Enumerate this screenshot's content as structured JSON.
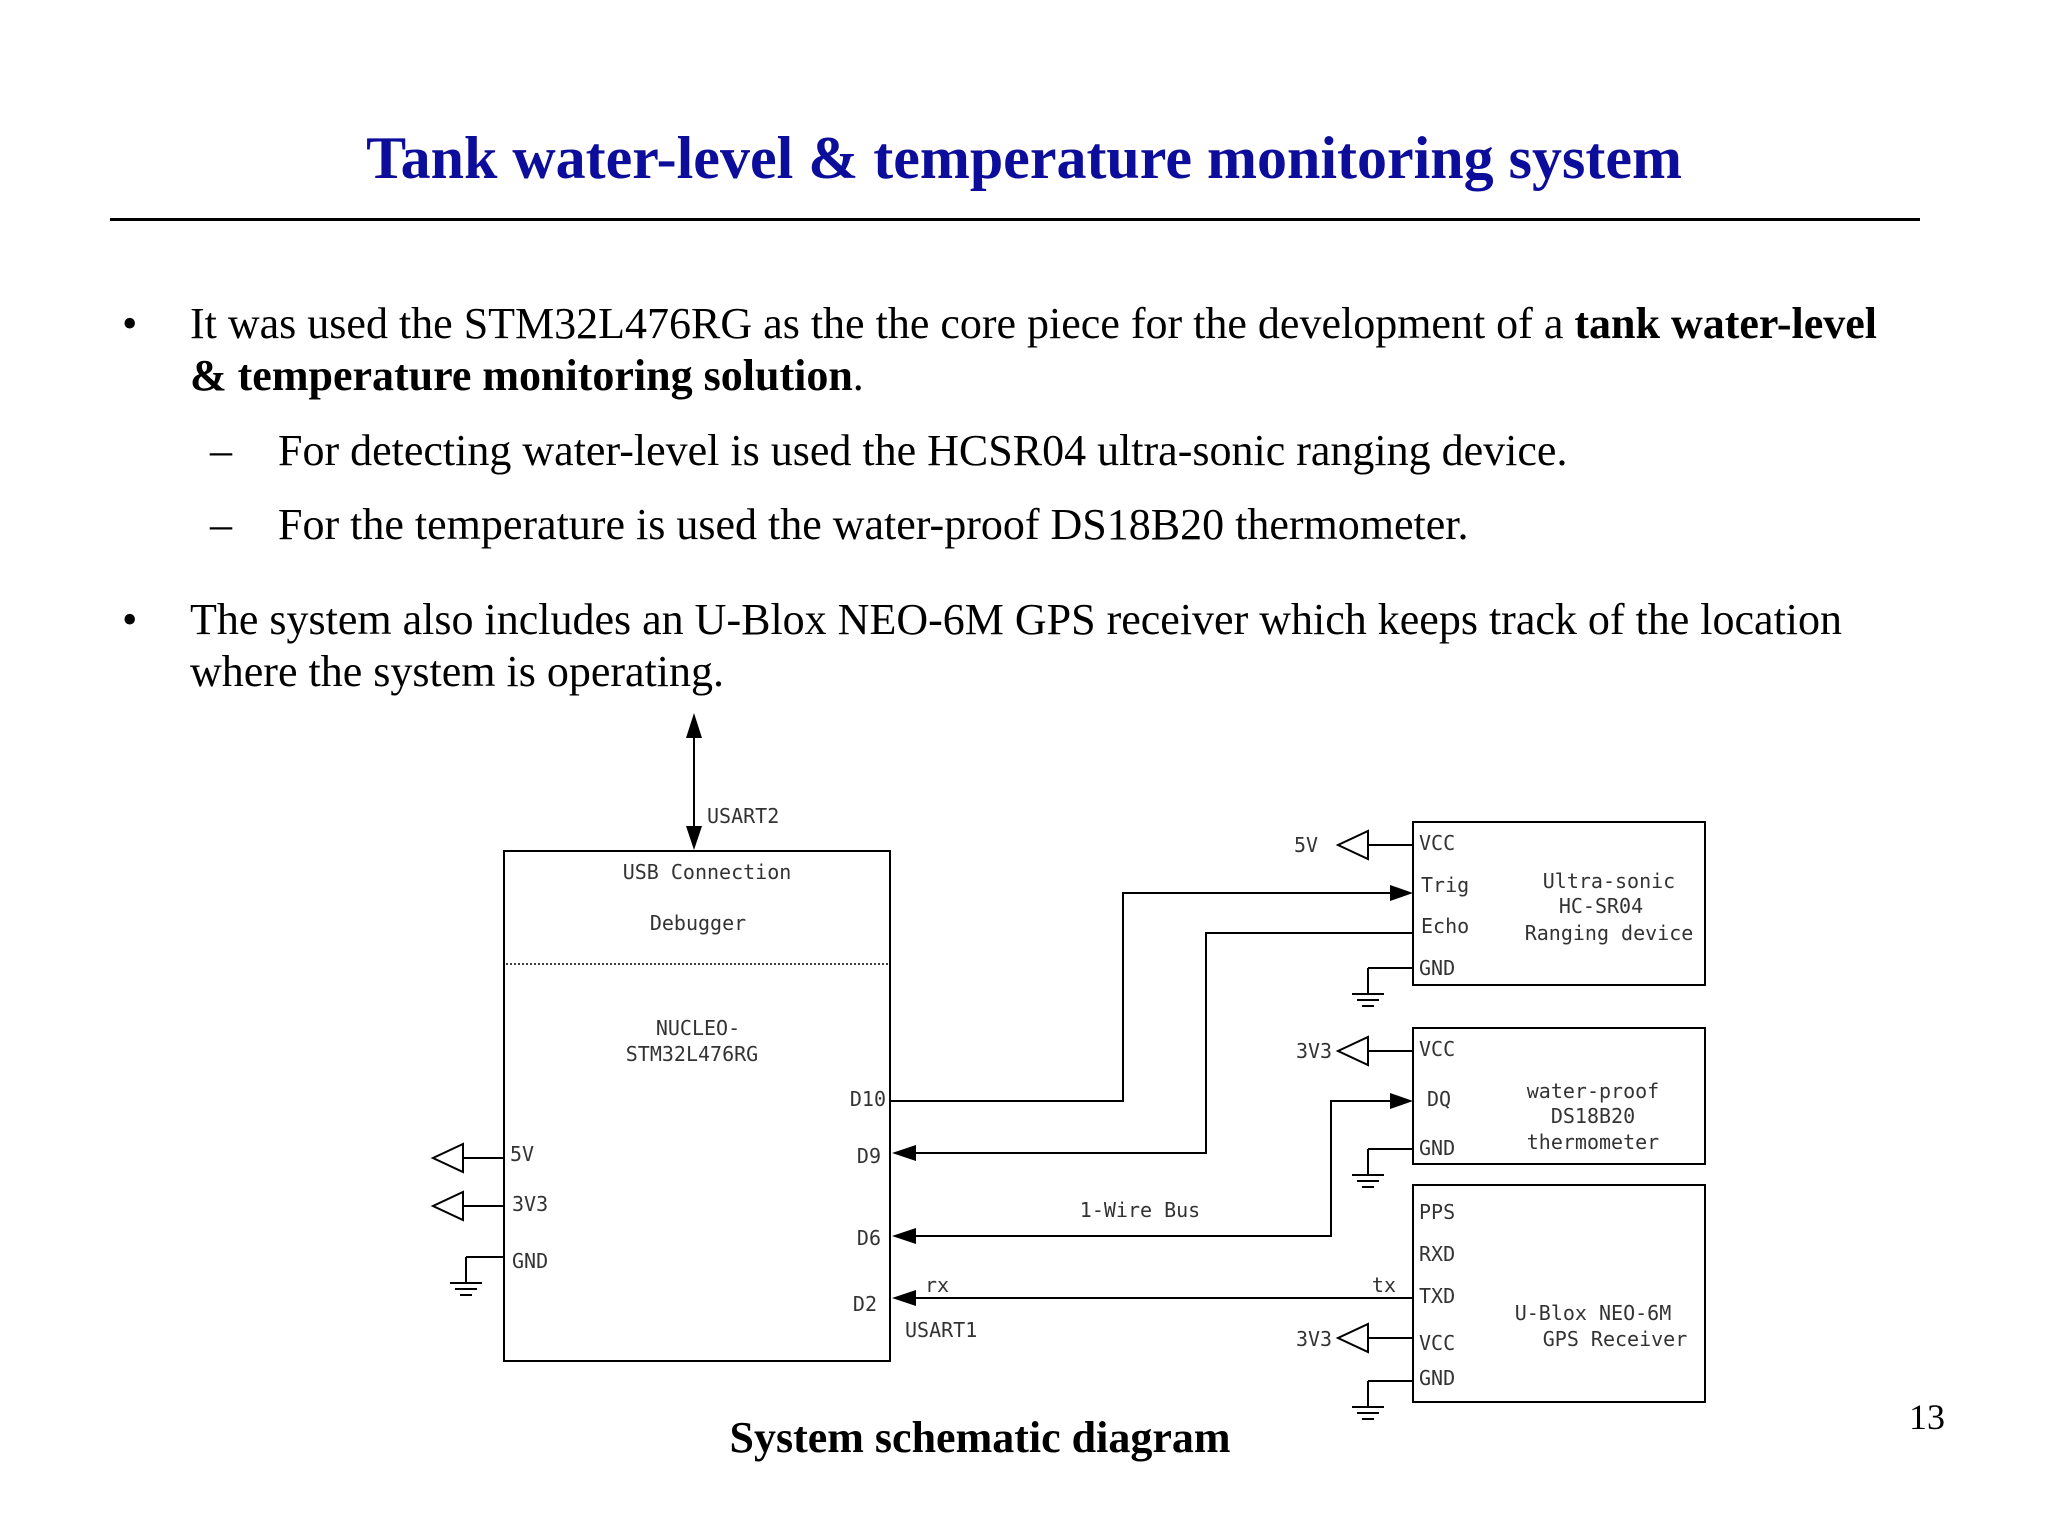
{
  "slide": {
    "title": "Tank water-level & temperature monitoring system",
    "page_number": "13",
    "caption": "System schematic diagram"
  },
  "bullets": [
    {
      "marker": "•",
      "text_before": "It was used the STM32L476RG as the the core piece for the development of a ",
      "text_bold": "tank water-level & temperature monitoring solution",
      "text_after": "."
    },
    {
      "marker": "•",
      "text": "The system also includes an U-Blox NEO-6M GPS receiver which keeps track of the location where the system is operating."
    }
  ],
  "sub_bullets": [
    {
      "marker": "–",
      "text": "For detecting water-level is used the HCSR04 ultra-sonic ranging device."
    },
    {
      "marker": "–",
      "text": "For the temperature is used the water-proof DS18B20 thermometer."
    }
  ],
  "diagram": {
    "nucleo": {
      "usb_label": "USB Connection",
      "debugger_label": "Debugger",
      "board_line1": "NUCLEO-",
      "board_line2": "STM32L476RG",
      "pins": {
        "d10": "D10",
        "d9": "D9",
        "d6": "D6",
        "d2": "D2",
        "v5": "5V",
        "v33": "3V3",
        "gnd": "GND"
      }
    },
    "usart2_label": "USART2",
    "usart1_label": "USART1",
    "rx_label": "rx",
    "tx_label": "tx",
    "onewire_label": "1-Wire Bus",
    "power_labels": {
      "ultrasonic_vcc": "5V",
      "thermo_vcc": "3V3",
      "gps_vcc": "3V3"
    },
    "ultrasonic": {
      "pins": {
        "vcc": "VCC",
        "trig": "Trig",
        "echo": "Echo",
        "gnd": "GND"
      },
      "line1": "Ultra-sonic",
      "line2": "HC-SR04",
      "line3": "Ranging device"
    },
    "thermometer": {
      "pins": {
        "vcc": "VCC",
        "dq": "DQ",
        "gnd": "GND"
      },
      "line1": "water-proof",
      "line2": "DS18B20",
      "line3": "thermometer"
    },
    "gps": {
      "pins": {
        "pps": "PPS",
        "rxd": "RXD",
        "txd": "TXD",
        "vcc": "VCC",
        "gnd": "GND"
      },
      "line1": "U-Blox NEO-6M",
      "line2": "GPS Receiver"
    }
  }
}
